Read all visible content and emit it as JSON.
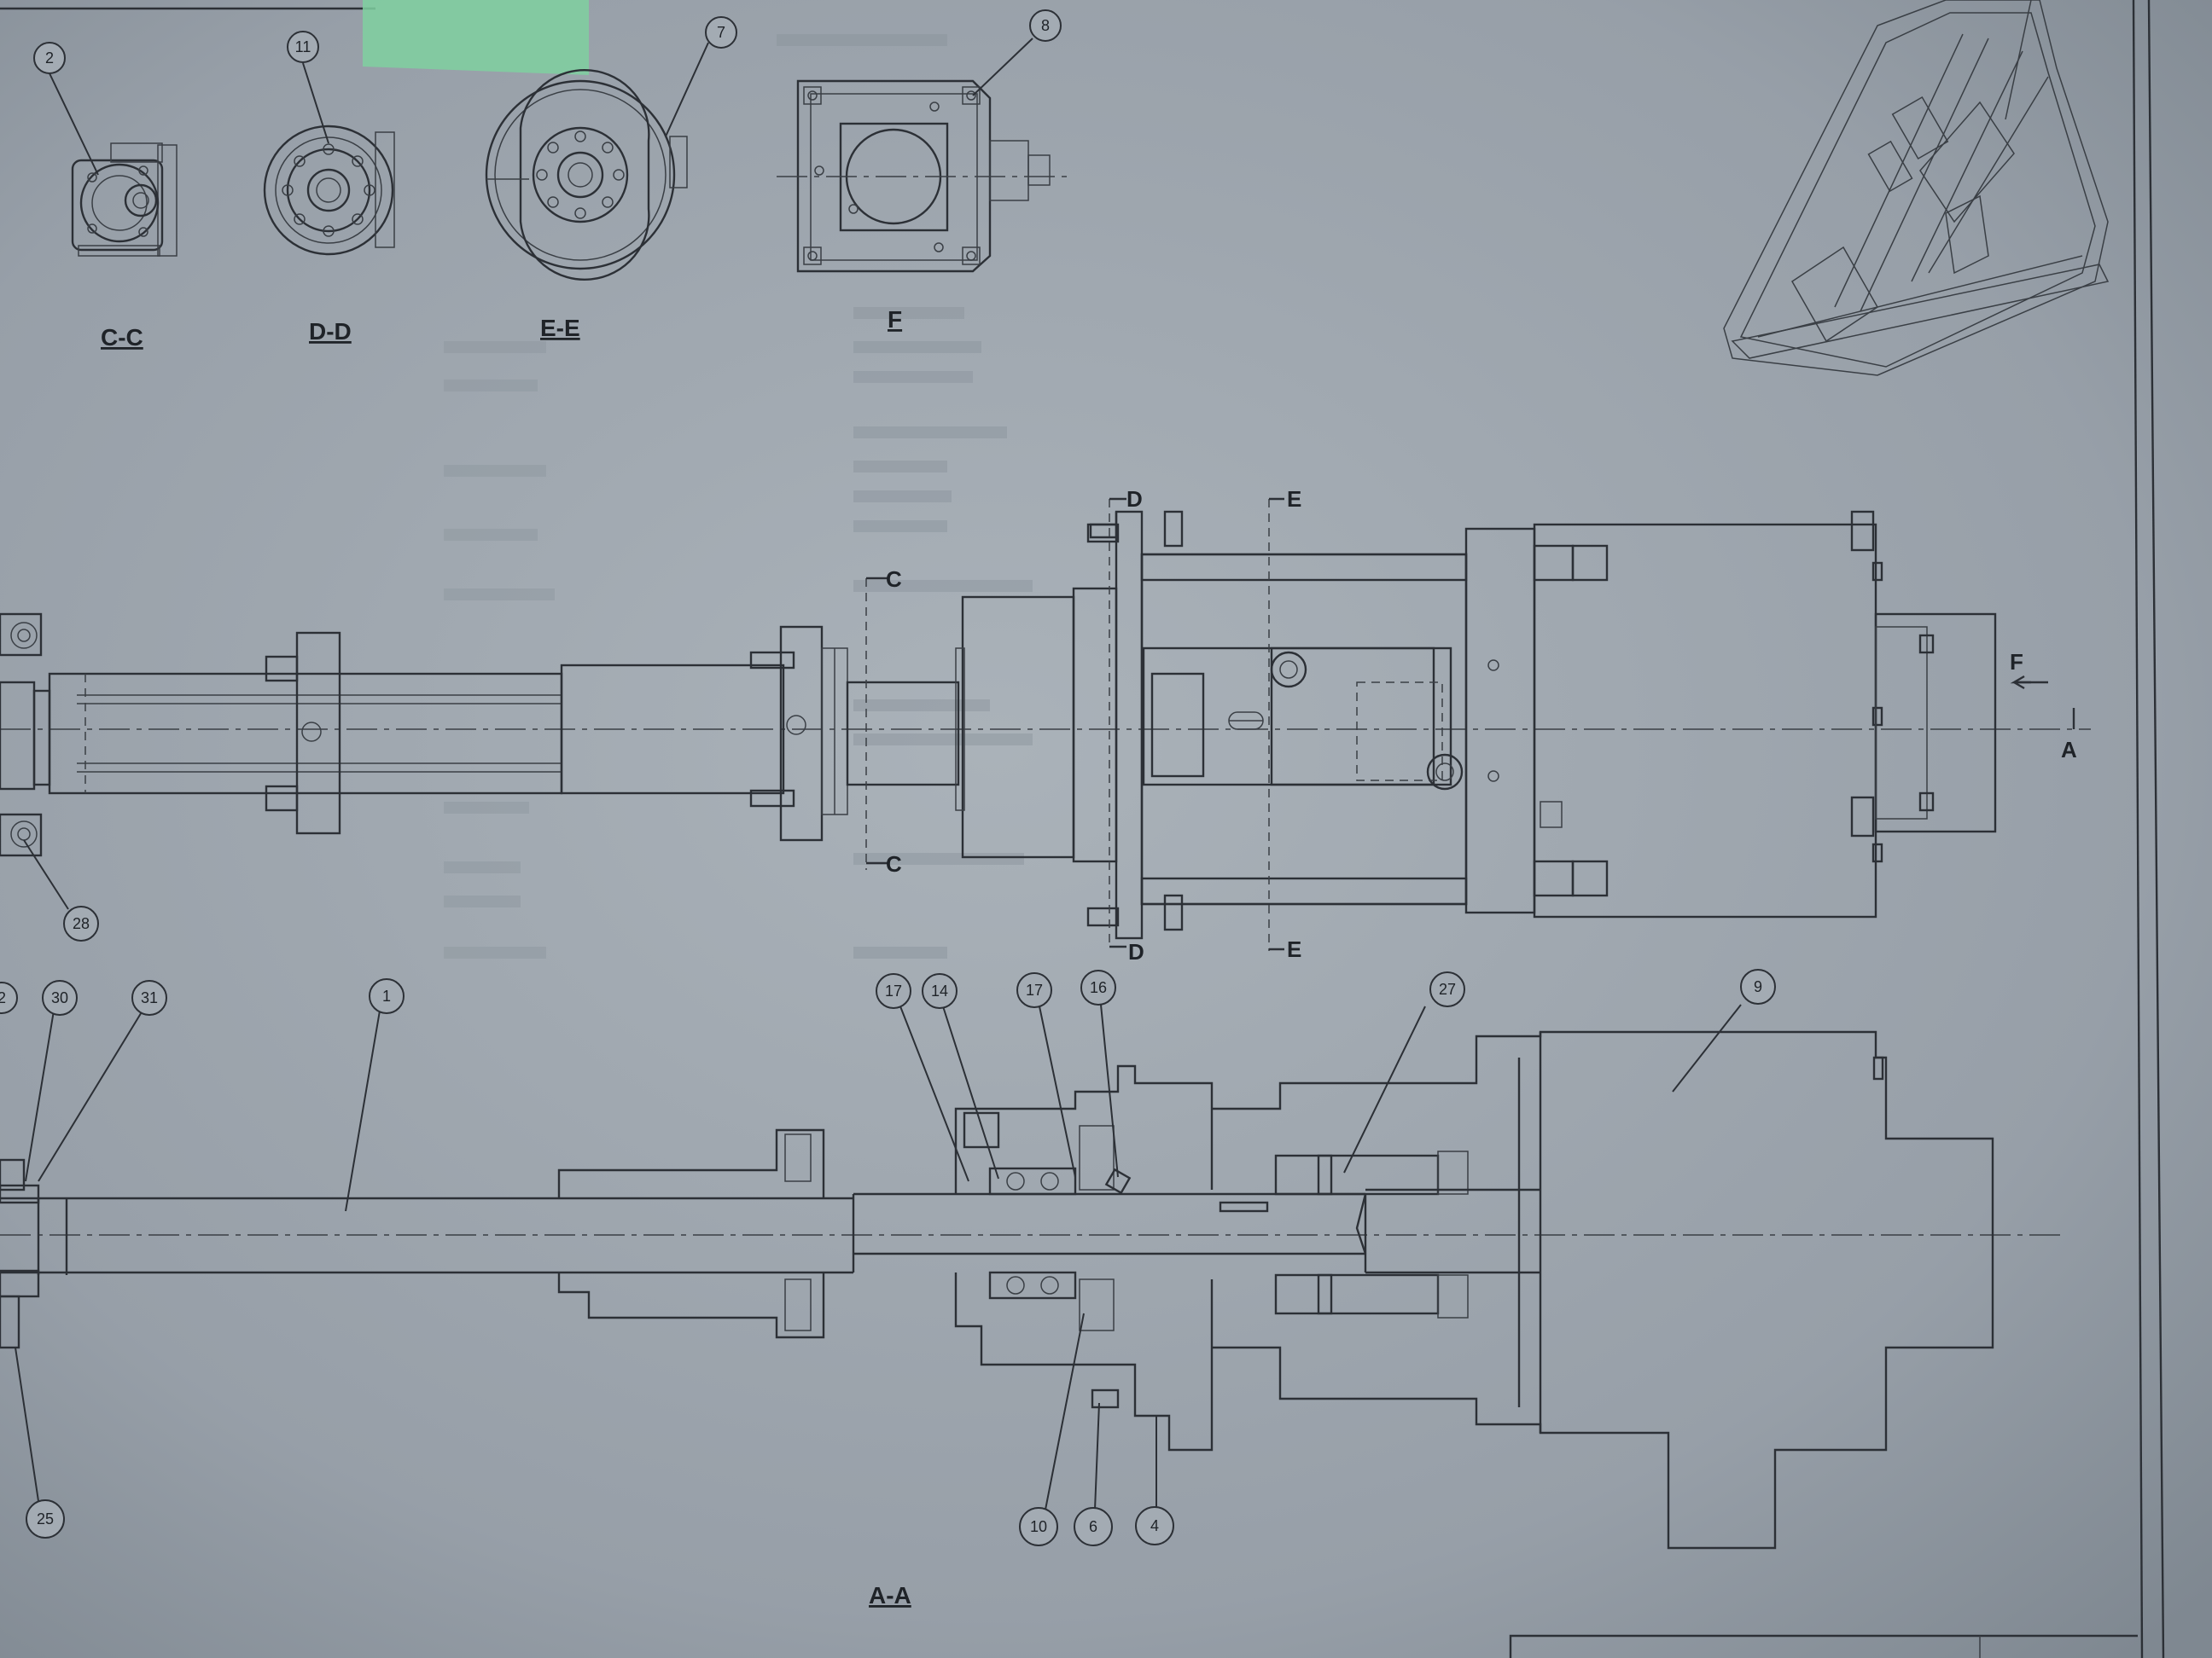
{
  "section_labels": {
    "cc": "C-C",
    "dd": "D-D",
    "ee": "E-E",
    "f": "F",
    "aa": "A-A"
  },
  "cut_markers": {
    "c_top": "C",
    "c_bottom": "C",
    "d_top": "D",
    "d_bottom": "D",
    "e_top": "E",
    "e_bottom": "E",
    "f_view": "F",
    "a_section": "A"
  },
  "balloons": {
    "b2": "2",
    "b11": "11",
    "b7": "7",
    "b8": "8",
    "b28": "28",
    "b2b": "2",
    "b30": "30",
    "b31": "31",
    "b1": "1",
    "b17a": "17",
    "b14": "14",
    "b17b": "17",
    "b16": "16",
    "b27": "27",
    "b9": "9",
    "b25": "25",
    "b10": "10",
    "b6": "6",
    "b4": "4"
  },
  "colors": {
    "paper": "#9aa3ab",
    "line": "#2c3036",
    "tape": "#7fd0a0"
  }
}
